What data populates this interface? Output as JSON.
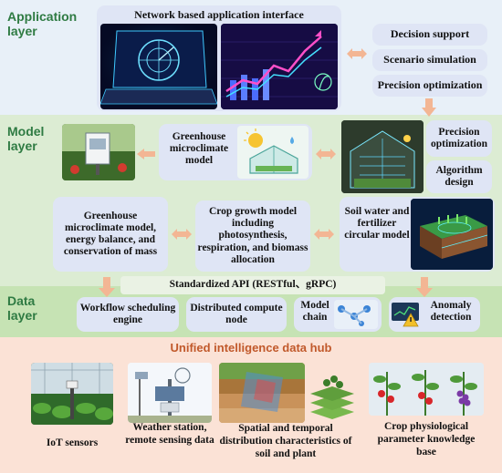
{
  "layers": {
    "application": "Application\nlayer",
    "model": "Model\nlayer",
    "data": "Data\nlayer"
  },
  "application": {
    "interface_title": "Network based application interface",
    "items": [
      "Decision support",
      "Scenario simulation",
      "Precision optimization"
    ]
  },
  "model": {
    "greenhouse_microclimate_model": "Greenhouse microclimate model",
    "precision_optimization": "Precision optimization",
    "algorithm_design": "Algorithm design",
    "energy_model": "Greenhouse microclimate model, energy balance, and conservation of mass",
    "crop_growth_model": "Crop growth model including photosynthesis, respiration, and biomass allocation",
    "soil_model": "Soil water and fertilizer circular model",
    "api": "Standardized API (RESTful、gRPC)"
  },
  "data_layer": {
    "workflow": "Workflow scheduling engine",
    "distributed": "Distributed compute node",
    "model_chain": "Model chain",
    "anomaly": "Anomaly detection"
  },
  "hub": {
    "title": "Unified intelligence data hub",
    "items": [
      "IoT sensors",
      "Weather station, remote sensing data",
      "Spatial and temporal distribution characteristics of soil and plant",
      "Crop physiological parameter knowledge base"
    ]
  },
  "colors": {
    "app_band": "#e8f0f8",
    "model_band": "#dcecd3",
    "data_band": "#c6e3b4",
    "hub_band": "#fbe2d6",
    "box": "#dfe5f5",
    "arrow": "#f3b694",
    "layer_text": "#2f7b43",
    "hub_title": "#c1592b"
  }
}
